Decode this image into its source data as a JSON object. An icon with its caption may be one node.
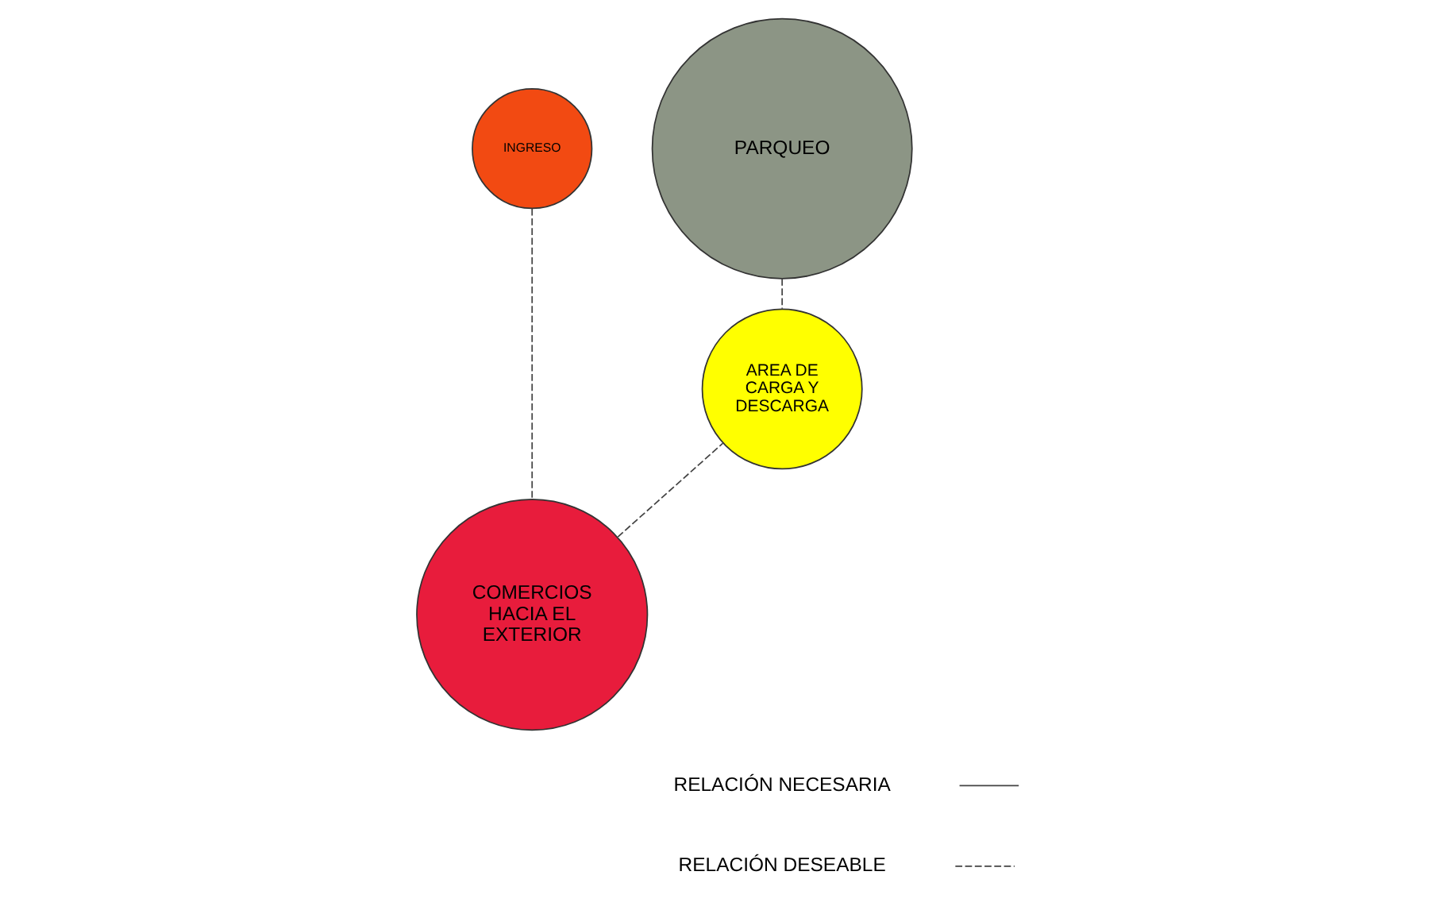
{
  "diagram": {
    "nodes": [
      {
        "text": [
          "INGRESO"
        ]
      },
      {
        "text": [
          "PARQUEO"
        ]
      },
      {
        "text": [
          "AREA DE CARGA Y DESCARGA"
        ]
      },
      {
        "text": [
          "COMERCIOS HACIA EL EXTERIOR"
        ]
      }
    ],
    "edges": [
      {
        "from": 0,
        "to": 3,
        "arrow": "none",
        "style": "dashed"
      },
      {
        "from": 1,
        "to": 2,
        "arrow": "none",
        "style": "dashed"
      },
      {
        "from": 3,
        "to": 2,
        "arrow": "none",
        "style": "dashed"
      }
    ],
    "legend": [
      {
        "text": "RELACIÓN NECESARIA"
      },
      {
        "text": "RELACIÓN DESEABLE"
      }
    ]
  }
}
